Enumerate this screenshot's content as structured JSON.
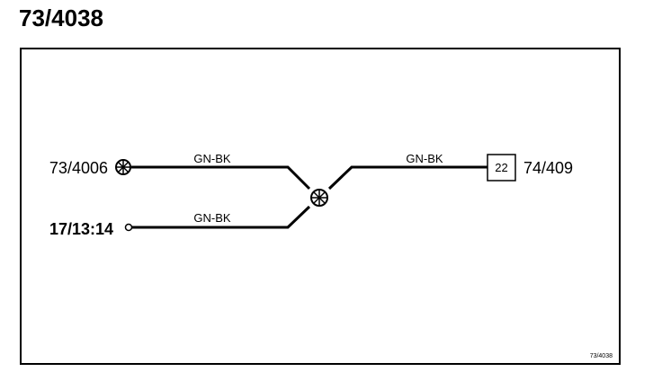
{
  "title": "73/4038",
  "diagram": {
    "left_connector_top": {
      "label": "73/4006",
      "type": "ground-splice"
    },
    "left_connector_bottom": {
      "label": "17/13:14",
      "type": "terminal"
    },
    "right_connector": {
      "label": "74/409",
      "pin": "22"
    },
    "wires": [
      {
        "color_code": "GN-BK",
        "segment": "upper-left"
      },
      {
        "color_code": "GN-BK",
        "segment": "lower-left"
      },
      {
        "color_code": "GN-BK",
        "segment": "upper-right"
      }
    ],
    "splice": {
      "type": "splice-node"
    },
    "reference": "73/4038"
  }
}
